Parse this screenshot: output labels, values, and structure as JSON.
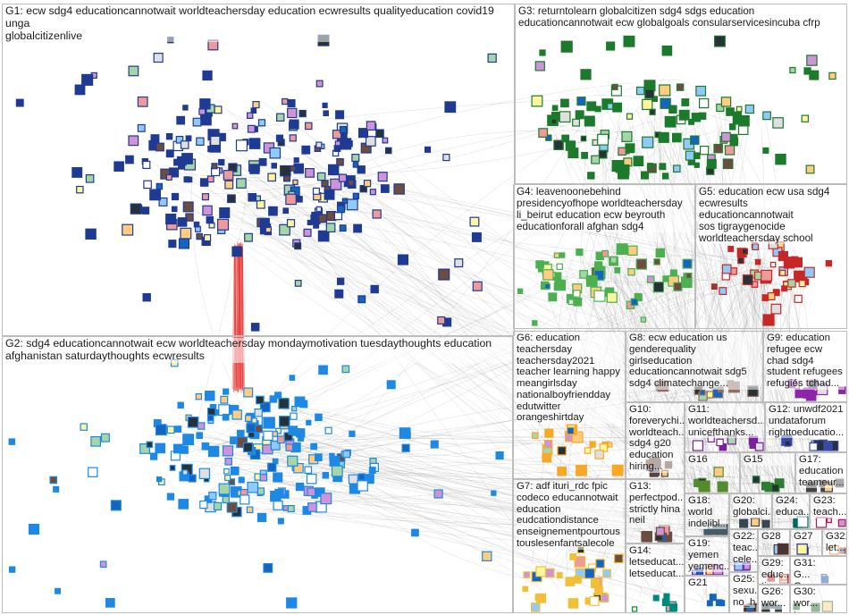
{
  "groups": [
    {
      "id": "G1",
      "text": "G1: ecw sdg4 educationcannotwait worldteachersday education ecwresults qualityeducation covid19 unga\nglobalcitizenlive",
      "color": "#1f3a93",
      "nodes": 240
    },
    {
      "id": "G2",
      "text": "G2: sdg4 educationcannotwait ecw worldteachersday mondaymotivation tuesdaythoughts education\nafghanistan saturdaythoughts ecwresults",
      "color": "#1e88e5",
      "nodes": 200
    },
    {
      "id": "G3",
      "text": "G3: returntolearn globalcitizen sdg4 sdgs education\neducationcannotwait ecw globalgoals consularservicesincuba cfrp",
      "color": "#1b7a2b",
      "nodes": 120
    },
    {
      "id": "G4",
      "text": "G4: leavenoonebehind\npresidencyofhope worldteachersday\nli_beirut education ecw beyrouth\neducationforall afghan sdg4",
      "color": "#4caf50",
      "nodes": 60
    },
    {
      "id": "G5",
      "text": "G5: education ecw usa sdg4\necwresults educationcannotwait\nsos tigraygenocide\nworldteachersday school",
      "color": "#c62828",
      "nodes": 45
    },
    {
      "id": "G6",
      "text": "G6: education\nteachersday\nteachersday2021\nteacher learning happy\nmeangirlsday\nnationalboyfriendday\nedutwitter\norangeshirtday",
      "color": "#f9a825",
      "nodes": 20
    },
    {
      "id": "G7",
      "text": "G7: adf ituri_rdc fpic\ncodeco educannotwait\neducation\neudcationdistance\nenseignementpourtous\ntouslesenfantsalecole",
      "color": "#f2c037",
      "nodes": 30
    },
    {
      "id": "G8",
      "text": "G8: ecw education us\ngenderequality\ngirlseducation\neducationcannotwait sdg5\nsdg4 climatechange...",
      "color": "#8d6e63",
      "nodes": 12
    },
    {
      "id": "G9",
      "text": "G9: education\nrefugee ecw\nchad sdg4\nstudent refugees\nrefugiés tchad...",
      "color": "#8e24aa",
      "nodes": 10
    },
    {
      "id": "G10",
      "text": "G10:\nforeverychi...\nworldteach...\nsdg4 g20\neducation\nhiring...",
      "color": "#5d4037",
      "nodes": 8
    },
    {
      "id": "G11",
      "text": "G11: worldteachersd...\nunicefthanks...",
      "color": "#7b1fa2",
      "nodes": 8
    },
    {
      "id": "G12",
      "text": "G12: unwdf2021\nundataforum\nrighttoeducatio...",
      "color": "#3949ab",
      "nodes": 8
    },
    {
      "id": "G13",
      "text": "G13:\nperfectpod...\nstrictly hina\nneil",
      "color": "#6d4c41",
      "nodes": 6
    },
    {
      "id": "G14",
      "text": "G14:\nletseducat...\nletseducat...",
      "color": "#00897b",
      "nodes": 6
    },
    {
      "id": "G15",
      "text": "G15",
      "color": "#2e7d32",
      "nodes": 5
    },
    {
      "id": "G16",
      "text": "G16",
      "color": "#558b2f",
      "nodes": 5
    },
    {
      "id": "G17",
      "text": "G17:\neducation\nteameur...",
      "color": "#424242",
      "nodes": 5
    },
    {
      "id": "G18",
      "text": "G18:\nworld\nindelibl...",
      "color": "#455a64",
      "nodes": 4
    },
    {
      "id": "G19",
      "text": "G19:\nyemen\nyemenc...",
      "color": "#6a1b9a",
      "nodes": 4
    },
    {
      "id": "G20",
      "text": "G20:\nglobalci...",
      "color": "#37474f",
      "nodes": 4
    },
    {
      "id": "G21",
      "text": "G21",
      "color": "#1565c0",
      "nodes": 4
    },
    {
      "id": "G22",
      "text": "G22:\nteac...\ncele...",
      "color": "#5e35b1",
      "nodes": 3
    },
    {
      "id": "G23",
      "text": "G23:\nteach...",
      "color": "#ad1457",
      "nodes": 3
    },
    {
      "id": "G24",
      "text": "G24:\neduca...",
      "color": "#00695c",
      "nodes": 3
    },
    {
      "id": "G25",
      "text": "G25:\nsexu...\nno_h...",
      "color": "#6d4c41",
      "nodes": 3
    },
    {
      "id": "G26",
      "text": "G26:\nwor...",
      "color": "#37474f",
      "nodes": 3
    },
    {
      "id": "G27",
      "text": "G27",
      "color": "#283593",
      "nodes": 3
    },
    {
      "id": "G28",
      "text": "G28",
      "color": "#4e342e",
      "nodes": 3
    },
    {
      "id": "G29",
      "text": "G29:\neduc...\ntigr...",
      "color": "#b71c1c",
      "nodes": 3
    },
    {
      "id": "G30",
      "text": "G30:\nwor...\nta...",
      "color": "#1b5e20",
      "nodes": 3
    },
    {
      "id": "G31",
      "text": "G31:\nG...\nG...",
      "color": "#0d47a1",
      "nodes": 2
    },
    {
      "id": "G32",
      "text": "G32:\nlet...\nG...",
      "color": "#e65100",
      "nodes": 2
    }
  ]
}
